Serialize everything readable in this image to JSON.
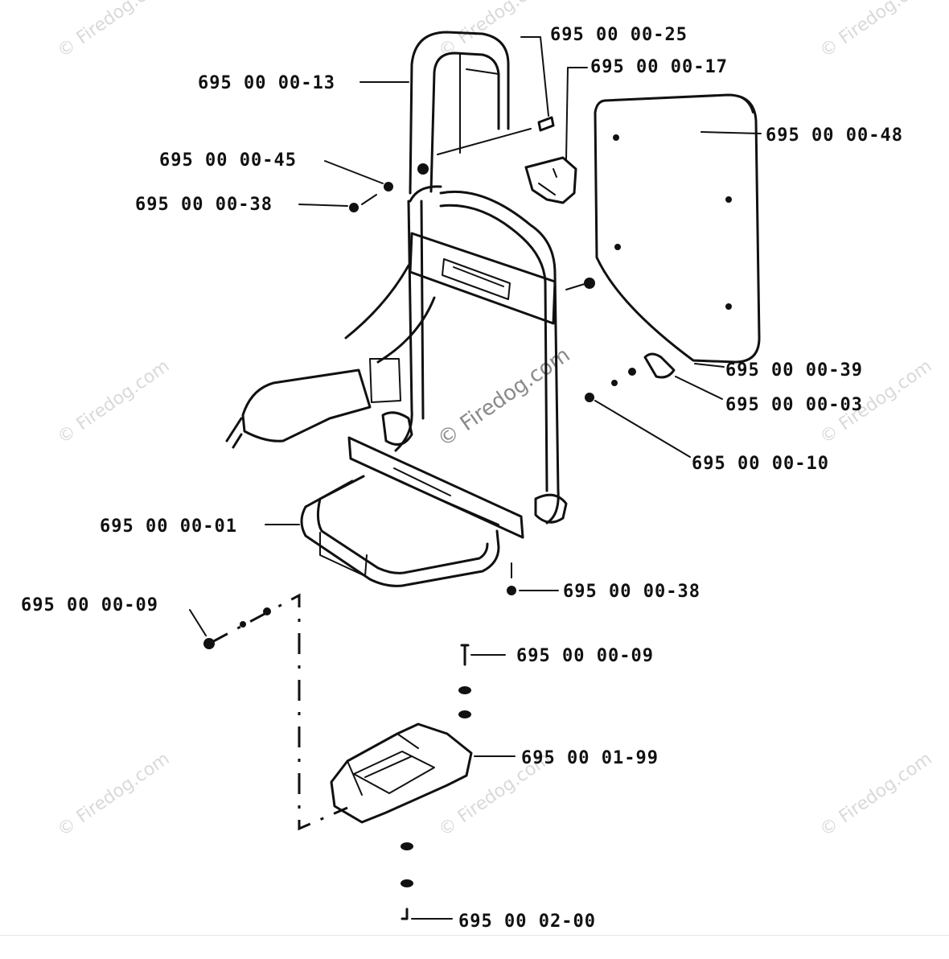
{
  "watermark": {
    "text": "© Firedog.com"
  },
  "parts": {
    "p25": "695 00 00-25",
    "p17": "695 00 00-17",
    "p13": "695 00 00-13",
    "p48": "695 00 00-48",
    "p45": "695 00 00-45",
    "p38a": "695 00 00-38",
    "p39": "695 00 00-39",
    "p03": "695 00 00-03",
    "p10": "695 00 00-10",
    "p01": "695 00 00-01",
    "p38b": "695 00 00-38",
    "p09a": "695 00 00-09",
    "p09b": "695 00 00-09",
    "p99": "695 00 01-99",
    "p00": "695 00 02-00"
  }
}
